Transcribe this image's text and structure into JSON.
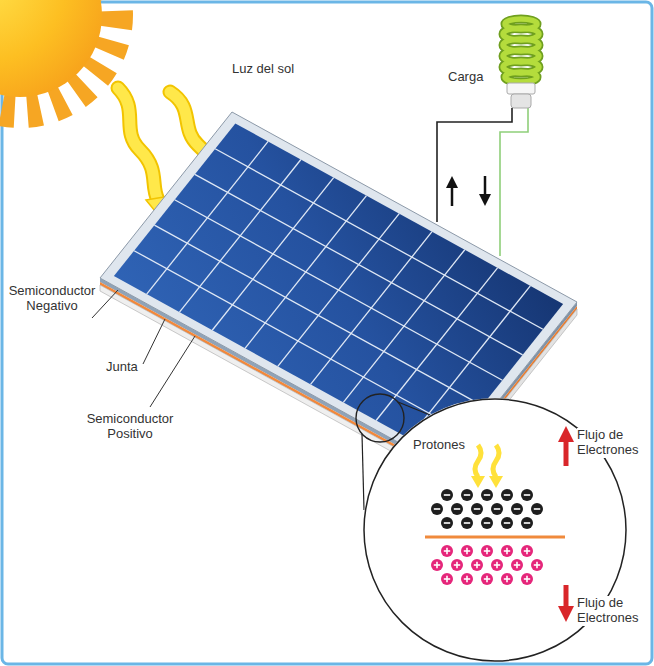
{
  "diagram": {
    "nodes": [
      {
        "text": [
          "Protones",
          "Flujo de Electrones",
          "Flujo de Electrones"
        ]
      }
    ],
    "labels": [
      "Luz del sol",
      "Carga",
      "Semiconductor Negativo",
      "Junta",
      "Semiconductor Positivo"
    ]
  }
}
